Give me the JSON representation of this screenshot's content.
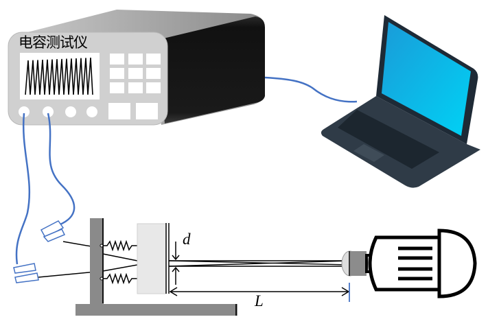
{
  "diagram": {
    "instrument": {
      "title": "电容测试仪"
    },
    "labels": {
      "gap": "d",
      "length": "L"
    },
    "colors": {
      "cable": "#4472c4",
      "laptop_screen": "#0aa3e0",
      "frame": "#8a8a8a"
    }
  }
}
